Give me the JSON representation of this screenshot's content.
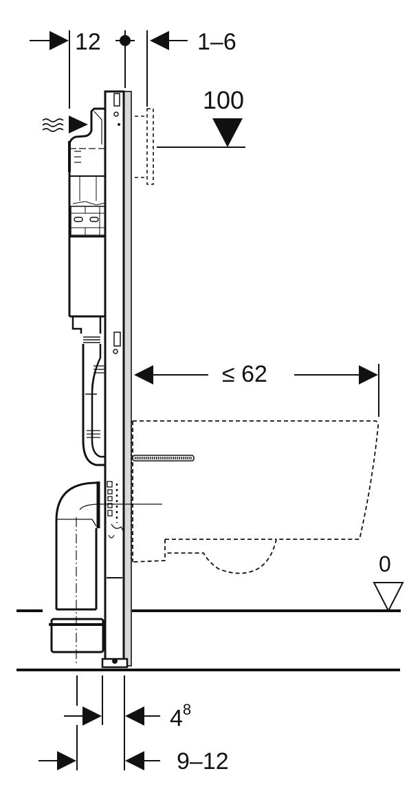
{
  "diagram": {
    "type": "technical-installation-drawing",
    "subject": "wall-hung WC installation frame, side section",
    "colors": {
      "line": "#111111",
      "frame_fill": "#d8d8d8",
      "background": "#ffffff"
    }
  },
  "dimensions": {
    "top_left": {
      "label": "12"
    },
    "top_right": {
      "label": "1–6"
    },
    "actuation_height": {
      "label": "100"
    },
    "bowl_projection": {
      "label": "≤ 62"
    },
    "floor_level": {
      "label": "0"
    },
    "bottom_inner": {
      "base": "4",
      "superscript": "8"
    },
    "bottom_outer": {
      "label": "9–12"
    }
  },
  "symbols": {
    "centerline_marker": "filled-dot",
    "water_supply": "wavy-lines-arrow",
    "level_marker_filled": "filled-down-triangle",
    "level_marker_open": "open-down-triangle"
  }
}
